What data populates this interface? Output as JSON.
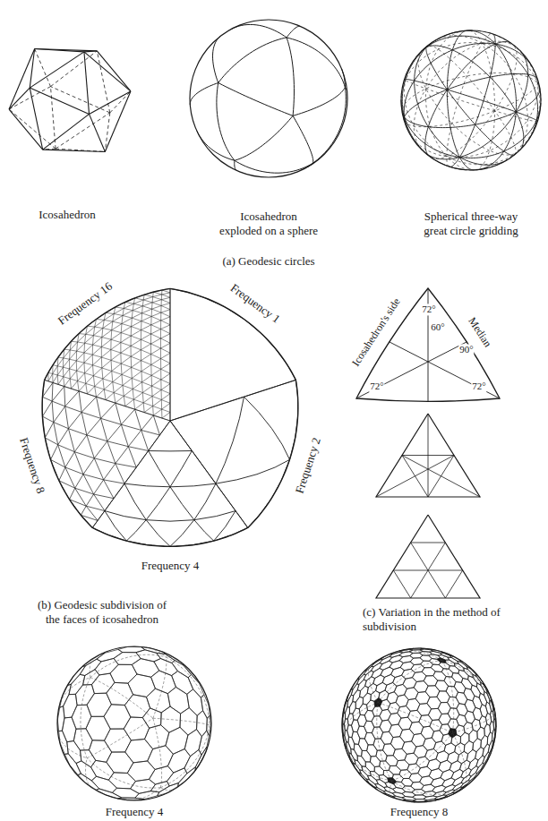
{
  "diagram": {
    "labels": [
      "Icosahedron",
      "Icosahedron exploded on a sphere",
      "Spherical three-way great circle gridding",
      "(a) Geodesic circles",
      "Frequency 16",
      "Frequency 1",
      "Frequency 8",
      "Frequency 2",
      "Frequency 4",
      "(b) Geodesic subdivision of the faces of icosahedron",
      "Icosahedron's side",
      "Median",
      "72°",
      "60°",
      "90°",
      "72°",
      "72°",
      "(c) Variation in the method of subdivision",
      "Frequency 4",
      "Frequency 8"
    ]
  }
}
